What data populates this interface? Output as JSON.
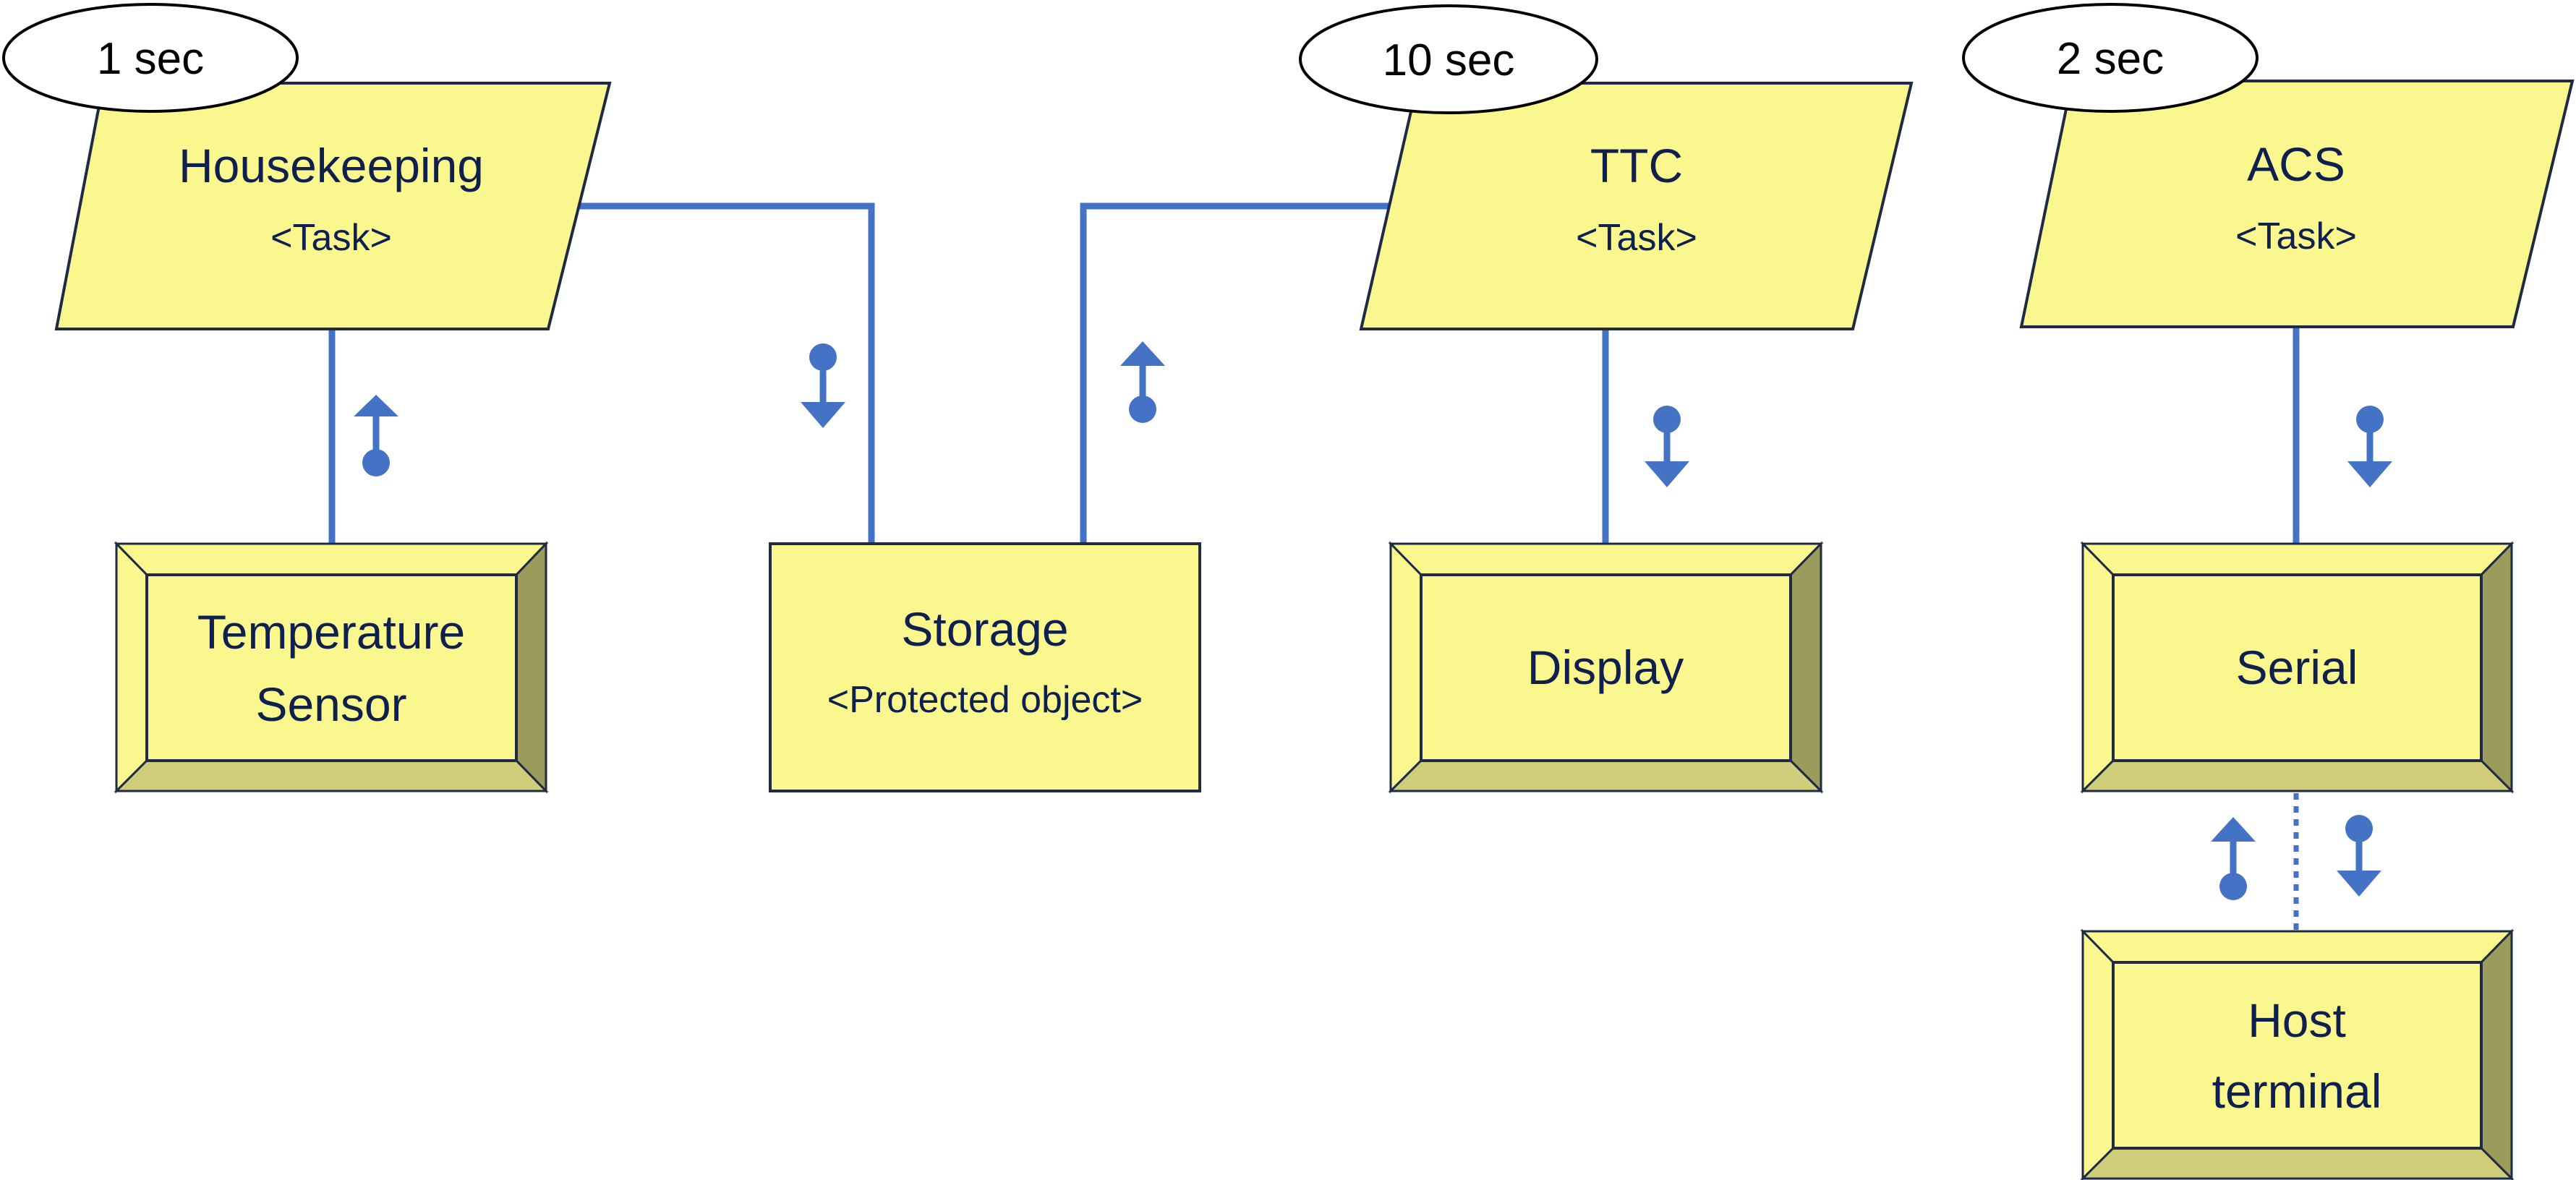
{
  "tasks": [
    {
      "name": "Housekeeping",
      "stereotype": "<Task>",
      "period": "1 sec"
    },
    {
      "name": "TTC",
      "stereotype": "<Task>",
      "period": "10 sec"
    },
    {
      "name": "ACS",
      "stereotype": "<Task>",
      "period": "2 sec"
    }
  ],
  "protected_object": {
    "name": "Storage",
    "stereotype": "<Protected object>"
  },
  "devices": [
    {
      "line1": "Temperature",
      "line2": "Sensor"
    },
    {
      "line1": "Display",
      "line2": ""
    },
    {
      "line1": "Serial",
      "line2": ""
    },
    {
      "line1": "Host",
      "line2": "terminal"
    }
  ],
  "colors": {
    "element_fill": "#FAF78E",
    "connector": "#4472C4",
    "outline": "#1F2A44",
    "bevel_dark": "#9B9B5C",
    "bevel_mid": "#CFCC7A"
  },
  "flows": [
    {
      "between": "Housekeeping / Temperature Sensor",
      "direction": "up"
    },
    {
      "between": "Housekeeping / Storage",
      "direction": "down"
    },
    {
      "between": "Storage / TTC",
      "direction": "up"
    },
    {
      "between": "TTC / Display",
      "direction": "down"
    },
    {
      "between": "ACS / Serial",
      "direction": "down"
    },
    {
      "between": "Serial / Host terminal",
      "direction": "up"
    },
    {
      "between": "Serial / Host terminal",
      "direction": "down"
    }
  ]
}
